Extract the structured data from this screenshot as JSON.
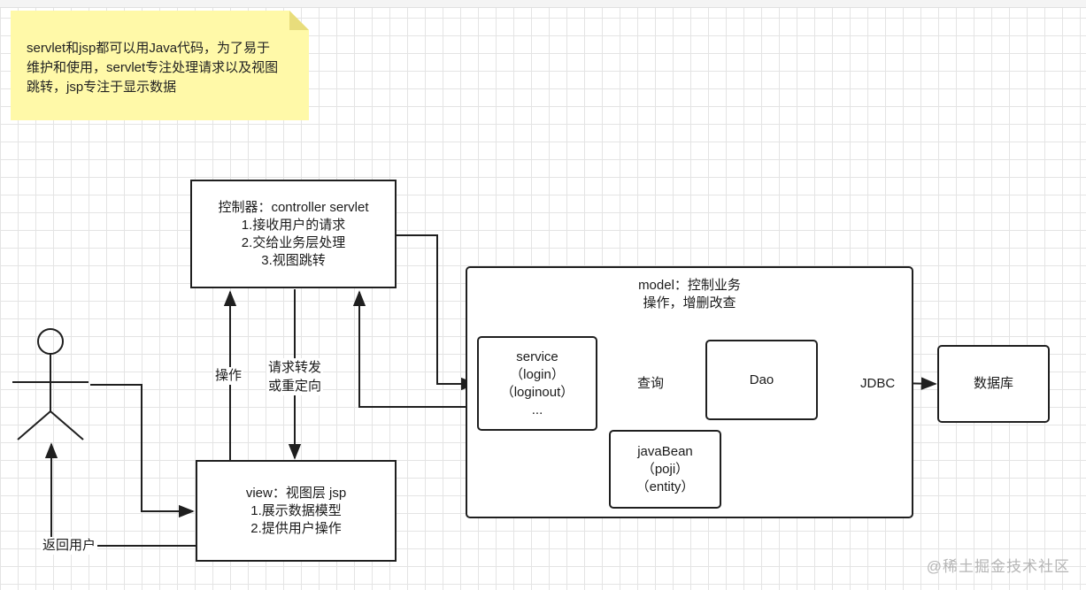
{
  "note": {
    "lines": [
      "servlet和jsp都可以用Java代码，为了易于",
      "维护和使用，servlet专注处理请求以及视图",
      "跳转，jsp专注于显示数据"
    ]
  },
  "controller": {
    "lines": [
      "控制器：controller servlet",
      "1.接收用户的请求",
      "2.交给业务层处理",
      "3.视图跳转"
    ]
  },
  "view": {
    "lines": [
      "view：视图层 jsp",
      "1.展示数据模型",
      "2.提供用户操作"
    ]
  },
  "model": {
    "lines": [
      "model：控制业务",
      "操作，增删改查"
    ]
  },
  "service": {
    "lines": [
      "service",
      "（login）",
      "（loginout）",
      "..."
    ]
  },
  "dao": {
    "label": "Dao"
  },
  "javabean": {
    "lines": [
      "javaBean",
      "（poji）",
      "（entity）"
    ]
  },
  "database": {
    "label": "数据库"
  },
  "edges": {
    "operate": "操作",
    "forward_line1": "请求转发",
    "forward_line2": "或重定向",
    "query": "查询",
    "jdbc": "JDBC",
    "return_user": "返回用户"
  },
  "watermark": "@稀土掘金技术社区",
  "colors": {
    "stroke": "#1f1f1f",
    "note_fill": "#fff9a8",
    "grid": "#e4e4e4"
  }
}
